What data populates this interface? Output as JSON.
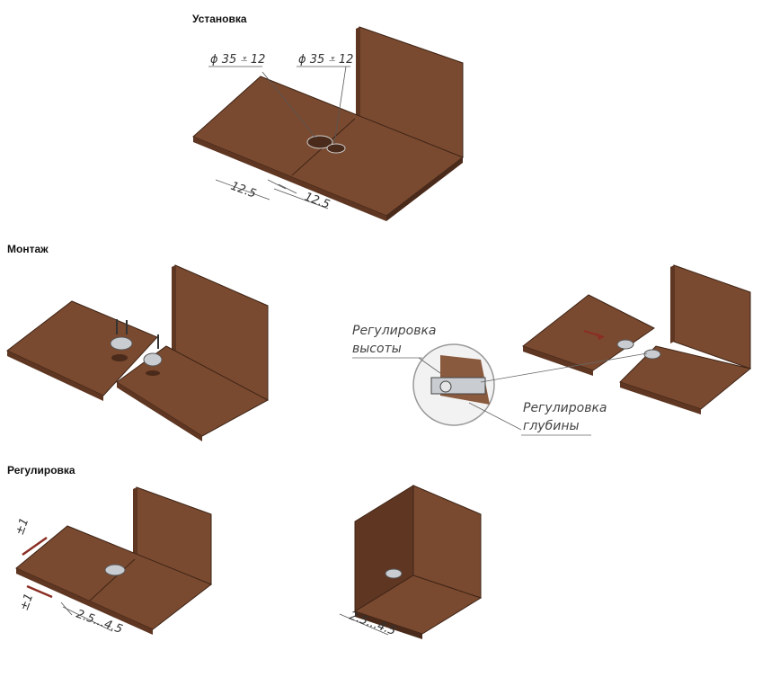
{
  "sections": {
    "install": "Установка",
    "mount": "Монтаж",
    "adjust": "Регулировка"
  },
  "dimensions": {
    "hole_left": "ϕ 35 ⩡ 12",
    "hole_right": "ϕ 35 ⩡ 12",
    "offset_left": "12.5",
    "offset_right": "12.5",
    "adjust_range_a": "2.5...4.5",
    "adjust_range_b": "2.5...4.5",
    "tolerance_top": "±1",
    "tolerance_bottom": "±1"
  },
  "callouts": {
    "height_line1": "Регулировка",
    "height_line2": "высоты",
    "depth_line1": "Регулировка",
    "depth_line2": "глубины"
  },
  "colors": {
    "wood_top": "#7a4a30",
    "wood_side": "#5e3622",
    "wood_edge": "#3e2416",
    "metal": "#c9ccd0",
    "arrow": "#8a2e24"
  }
}
